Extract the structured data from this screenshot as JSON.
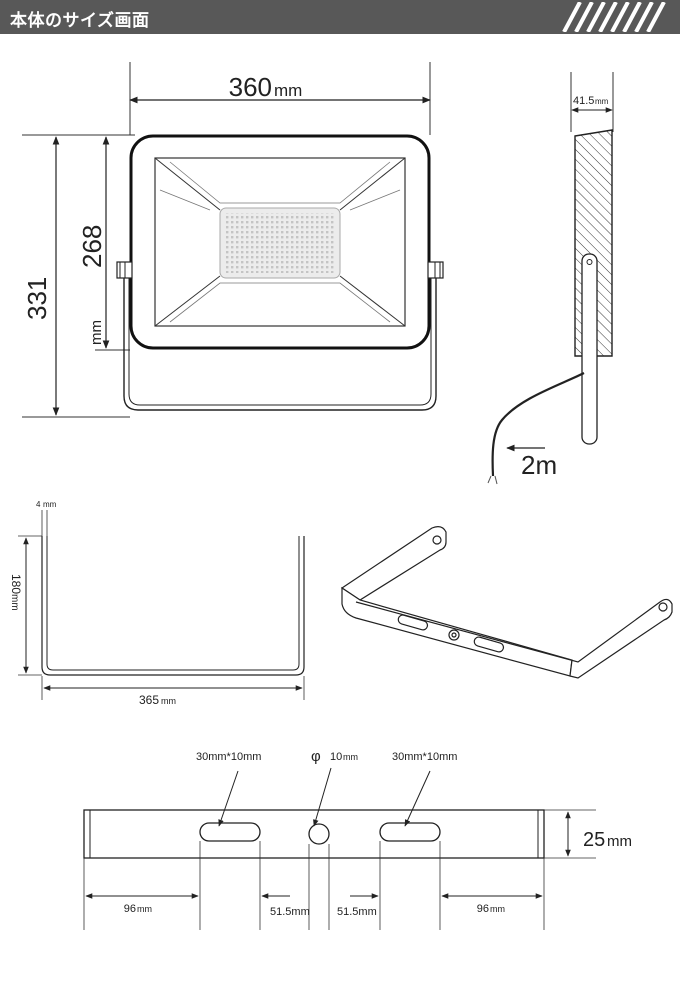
{
  "header": {
    "title": "本体のサイズ画面"
  },
  "front_view": {
    "width_value": "360",
    "width_unit": "mm",
    "height_outer_value": "331",
    "height_inner_value": "268",
    "height_inner_unit_top": "mm",
    "height_inner_unit_bottom": "mm"
  },
  "side_view": {
    "depth_value": "41.5",
    "depth_unit": "mm",
    "cable_length": "2m"
  },
  "bracket_front": {
    "thickness_value": "4",
    "thickness_unit": "mm",
    "height_value": "180",
    "height_unit": "mm",
    "width_value": "365",
    "width_unit": "mm"
  },
  "bracket_detail": {
    "slot_left_label": "30mm*10mm",
    "hole_symbol": "φ",
    "hole_value": "10",
    "hole_unit": "mm",
    "slot_right_label": "30mm*10mm",
    "height_value": "25",
    "height_unit": "mm",
    "dim_left_value": "96",
    "dim_left_unit": "mm",
    "dim_mid_left": "51.5mm",
    "dim_mid_right": "51.5mm",
    "dim_right_value": "96",
    "dim_right_unit": "mm"
  }
}
